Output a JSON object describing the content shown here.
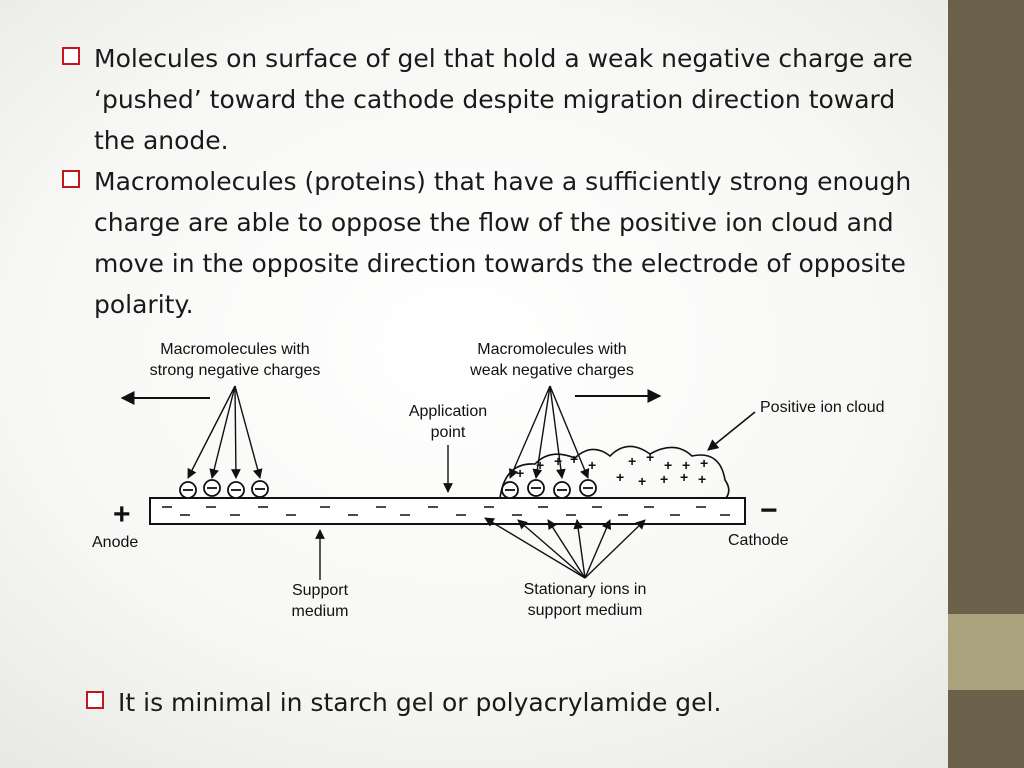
{
  "bullets": [
    {
      "text": "Molecules on surface of gel that hold a weak negative charge are ‘pushed’ toward the cathode despite migration direction toward the anode."
    },
    {
      "text": "Macromolecules (proteins) that have a sufficiently strong enough charge are able to oppose the flow of the positive ion cloud and move in the opposite direction towards the electrode of opposite polarity."
    }
  ],
  "bottom_bullet": {
    "text": "It is minimal in starch gel or polyacrylamide gel."
  },
  "diagram": {
    "strong_label_1": "Macromolecules with",
    "strong_label_2": "strong negative charges",
    "weak_label_1": "Macromolecules with",
    "weak_label_2": "weak negative charges",
    "application_1": "Application",
    "application_2": "point",
    "positive_cloud": "Positive ion cloud",
    "anode_sign": "+",
    "anode": "Anode",
    "cathode_sign": "−",
    "cathode": "Cathode",
    "support_1": "Support",
    "support_2": "medium",
    "stationary_1": "Stationary ions in",
    "stationary_2": "support medium"
  },
  "colors": {
    "accent": "#c4161c",
    "sidebar": "#6b604a",
    "sidebar_accent": "#a9a27d"
  }
}
